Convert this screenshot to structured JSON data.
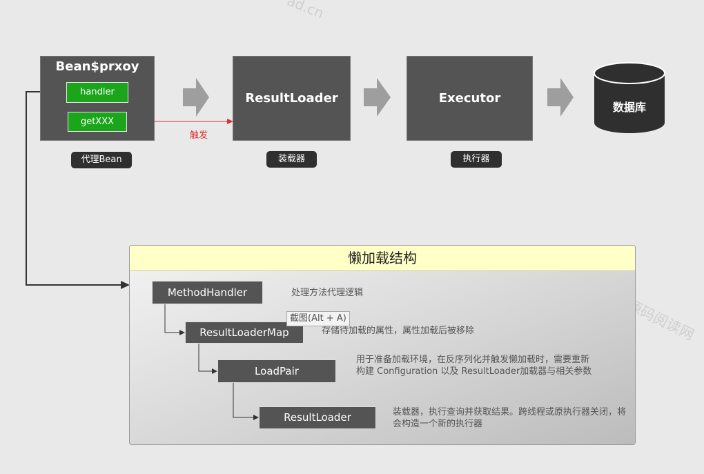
{
  "watermarks": [
    "ad.cn",
    "源码阅读网"
  ],
  "proxy": {
    "title": "Bean$prxoy",
    "handler": "handler",
    "getter": "getXXX",
    "tag": "代理Bean"
  },
  "trigger": "触发",
  "loader": {
    "title": "ResultLoader",
    "tag": "装载器"
  },
  "executor": {
    "title": "Executor",
    "tag": "执行器"
  },
  "database": "数据库",
  "panel": {
    "title": "懒加载结构",
    "nodes": [
      "MethodHandler",
      "ResultLoaderMap",
      "LoadPair",
      "ResultLoader"
    ],
    "descriptions": [
      "处理方法代理逻辑",
      "存储待加载的属性，属性加载后被移除",
      "用于准备加载环境，在反序列化并触发懒加载时，需要重新构建 Configuration 以及 ResultLoader加载器与相关参数",
      "装载器，执行查询并获取结果。跨线程或原执行器关闭，将会构造一个新的执行器"
    ],
    "tooltip": "截图(Alt + A)"
  },
  "colors": {
    "box": "#545454",
    "green": "#1aa51a",
    "trigger_line": "#e03030",
    "panel_head": "#ffffc8"
  }
}
